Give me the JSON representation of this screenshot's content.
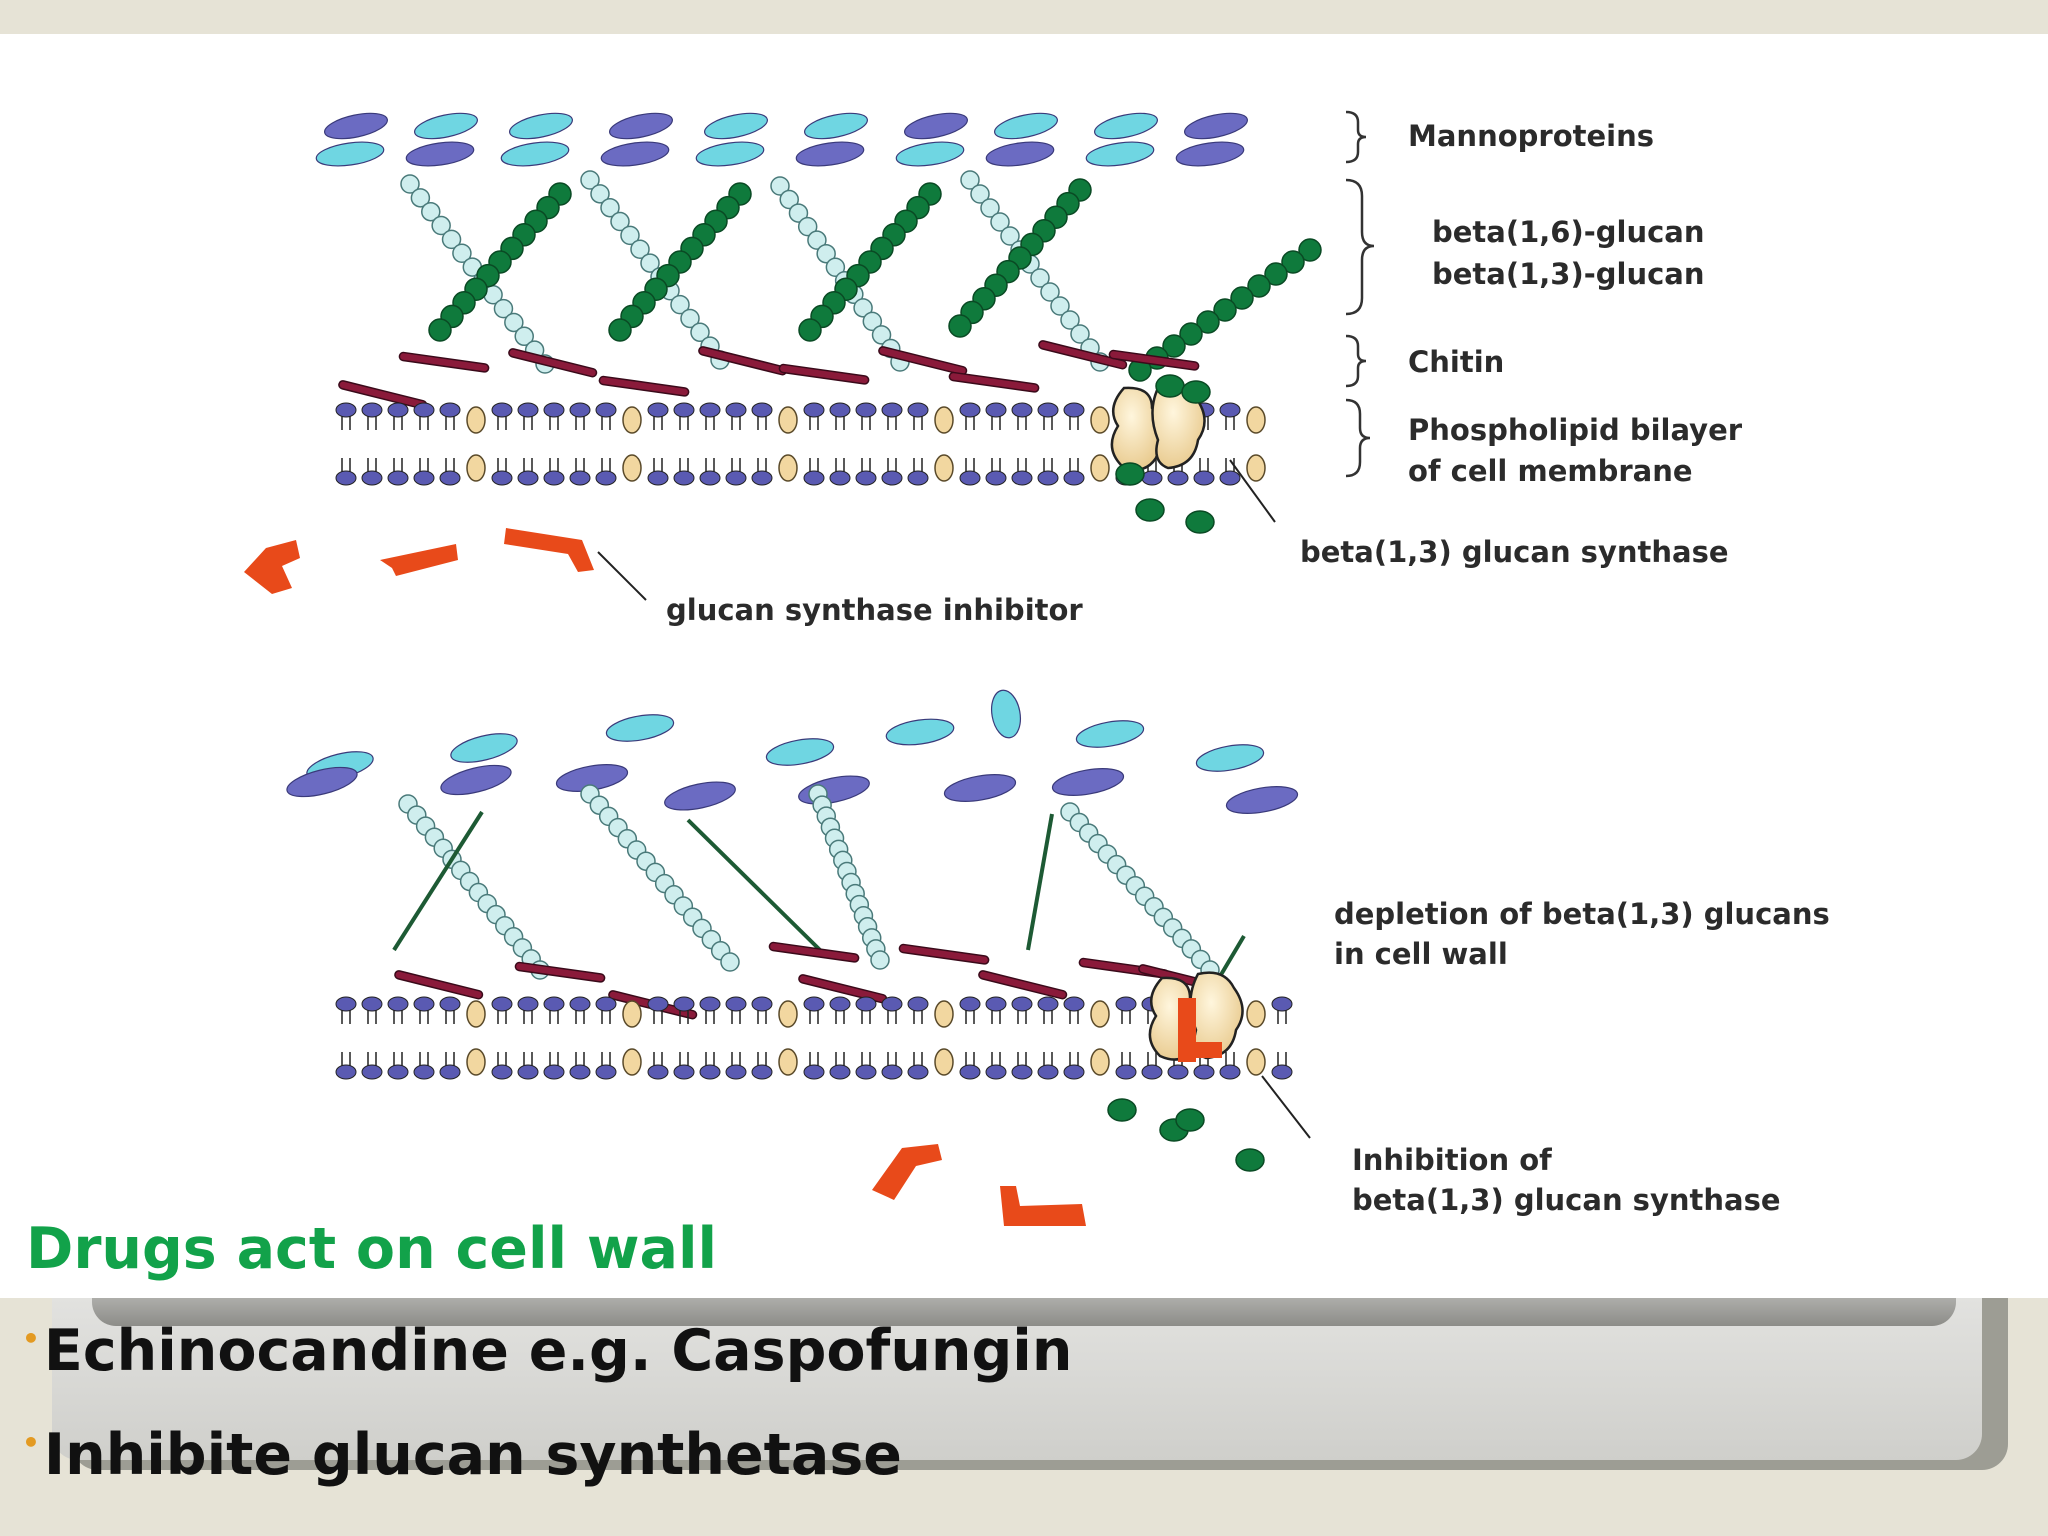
{
  "diagram": {
    "labels": {
      "mannoproteins": "Mannoproteins",
      "beta16": "beta(1,6)-glucan",
      "beta13": "beta(1,3)-glucan",
      "chitin": "Chitin",
      "bilayer_1": "Phospholipid bilayer",
      "bilayer_2": "of cell membrane",
      "synthase": "beta(1,3) glucan synthase",
      "inhibitor": "glucan synthase inhibitor",
      "depletion_1": "depletion of beta(1,3) glucans",
      "depletion_2": "in cell wall",
      "inhibition_1": "Inhibition of",
      "inhibition_2": "beta(1,3) glucan synthase"
    },
    "colors": {
      "mannose_light": "#6fd6e2",
      "mannose_dark": "#6b6bc2",
      "glucan_green": "#0f7a3c",
      "beta16_chain": "#cfeeee",
      "chitin": "#8a1a3a",
      "lipid_head": "#5a5ab2",
      "sterol": "#f2d7a0",
      "inhibitor": "#e84a1a"
    }
  },
  "slide": {
    "title": "Drugs act on cell wall",
    "bullets": [
      "Echinocandine e.g. Caspofungin",
      "Inhibite glucan synthetase"
    ]
  }
}
